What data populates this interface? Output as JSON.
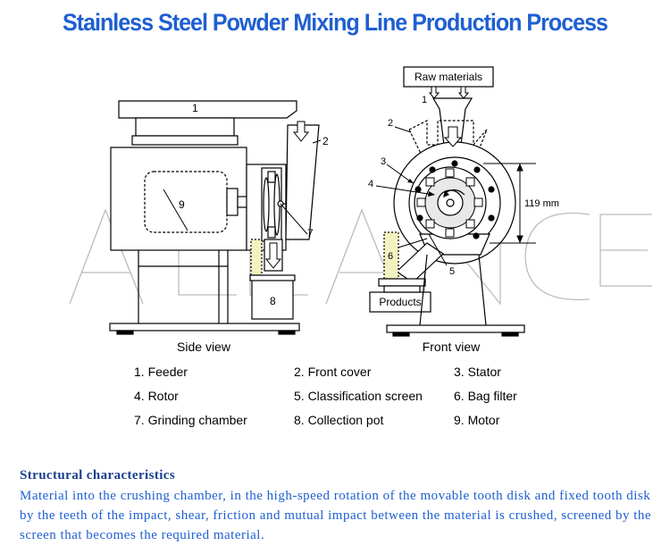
{
  "title": "Stainless Steel Powder Mixing Line Production Process",
  "watermark": "ALLANCE",
  "diagram": {
    "side_view": {
      "caption": "Side view",
      "callouts": [
        "1",
        "2",
        "7",
        "8",
        "9"
      ]
    },
    "front_view": {
      "caption": "Front view",
      "raw_materials": "Raw materials",
      "products": "Products",
      "dimension": "119 mm",
      "callouts": [
        "1",
        "2",
        "3",
        "4",
        "5",
        "6"
      ]
    }
  },
  "legend": [
    "1. Feeder",
    "2. Front cover",
    "3. Stator",
    "4. Rotor",
    "5. Classification screen",
    "6. Bag filter",
    "7. Grinding chamber",
    "8. Collection pot",
    "9. Motor"
  ],
  "structural": {
    "heading": "Structural characteristics",
    "body": "Material into the crushing chamber, in the high-speed rotation of the movable tooth disk and fixed tooth disk by the teeth of the impact, shear, friction and mutual impact between the material is crushed, screened by the screen that becomes the required material."
  },
  "colors": {
    "title": "#1f5fd1",
    "heading": "#1a3f8f",
    "body": "#1f5fd1",
    "watermark": "#bbbbbb",
    "bag_filter": "#f2f2c0"
  }
}
